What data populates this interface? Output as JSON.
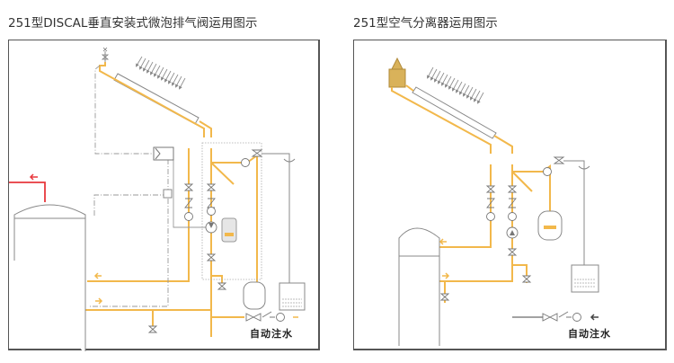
{
  "left_panel": {
    "title": "251型DISCAL垂直安装式微泡排气阀运用图示",
    "auto_fill_label": "自动注水",
    "components": [
      "solar-collector",
      "sun-rays",
      "air-vent-valve",
      "storage-tank",
      "controller",
      "temperature-sensor",
      "ball-valve",
      "check-valve",
      "thermometer",
      "circulation-pump",
      "discal-air-separator",
      "safety-valve",
      "pressure-gauge",
      "expansion-vessel",
      "collection-tank",
      "pressure-reducing-valve",
      "fill-meter"
    ]
  },
  "right_panel": {
    "title": "251型空气分离器运用图示",
    "auto_fill_label": "自动注水",
    "components": [
      "solar-collector",
      "sun-rays",
      "air-separator",
      "storage-tank",
      "ball-valve",
      "check-valve",
      "thermometer",
      "circulation-pump",
      "safety-valve",
      "pressure-gauge",
      "expansion-vessel",
      "collection-tank",
      "pressure-reducing-valve",
      "fill-meter"
    ]
  },
  "colors": {
    "pipe": "#f2b84b",
    "hot_outlet": "#e8383d",
    "line_gray": "#8a8a8a",
    "frame": "#555555",
    "text": "#333333",
    "valve_brass": "#d9b25a"
  }
}
